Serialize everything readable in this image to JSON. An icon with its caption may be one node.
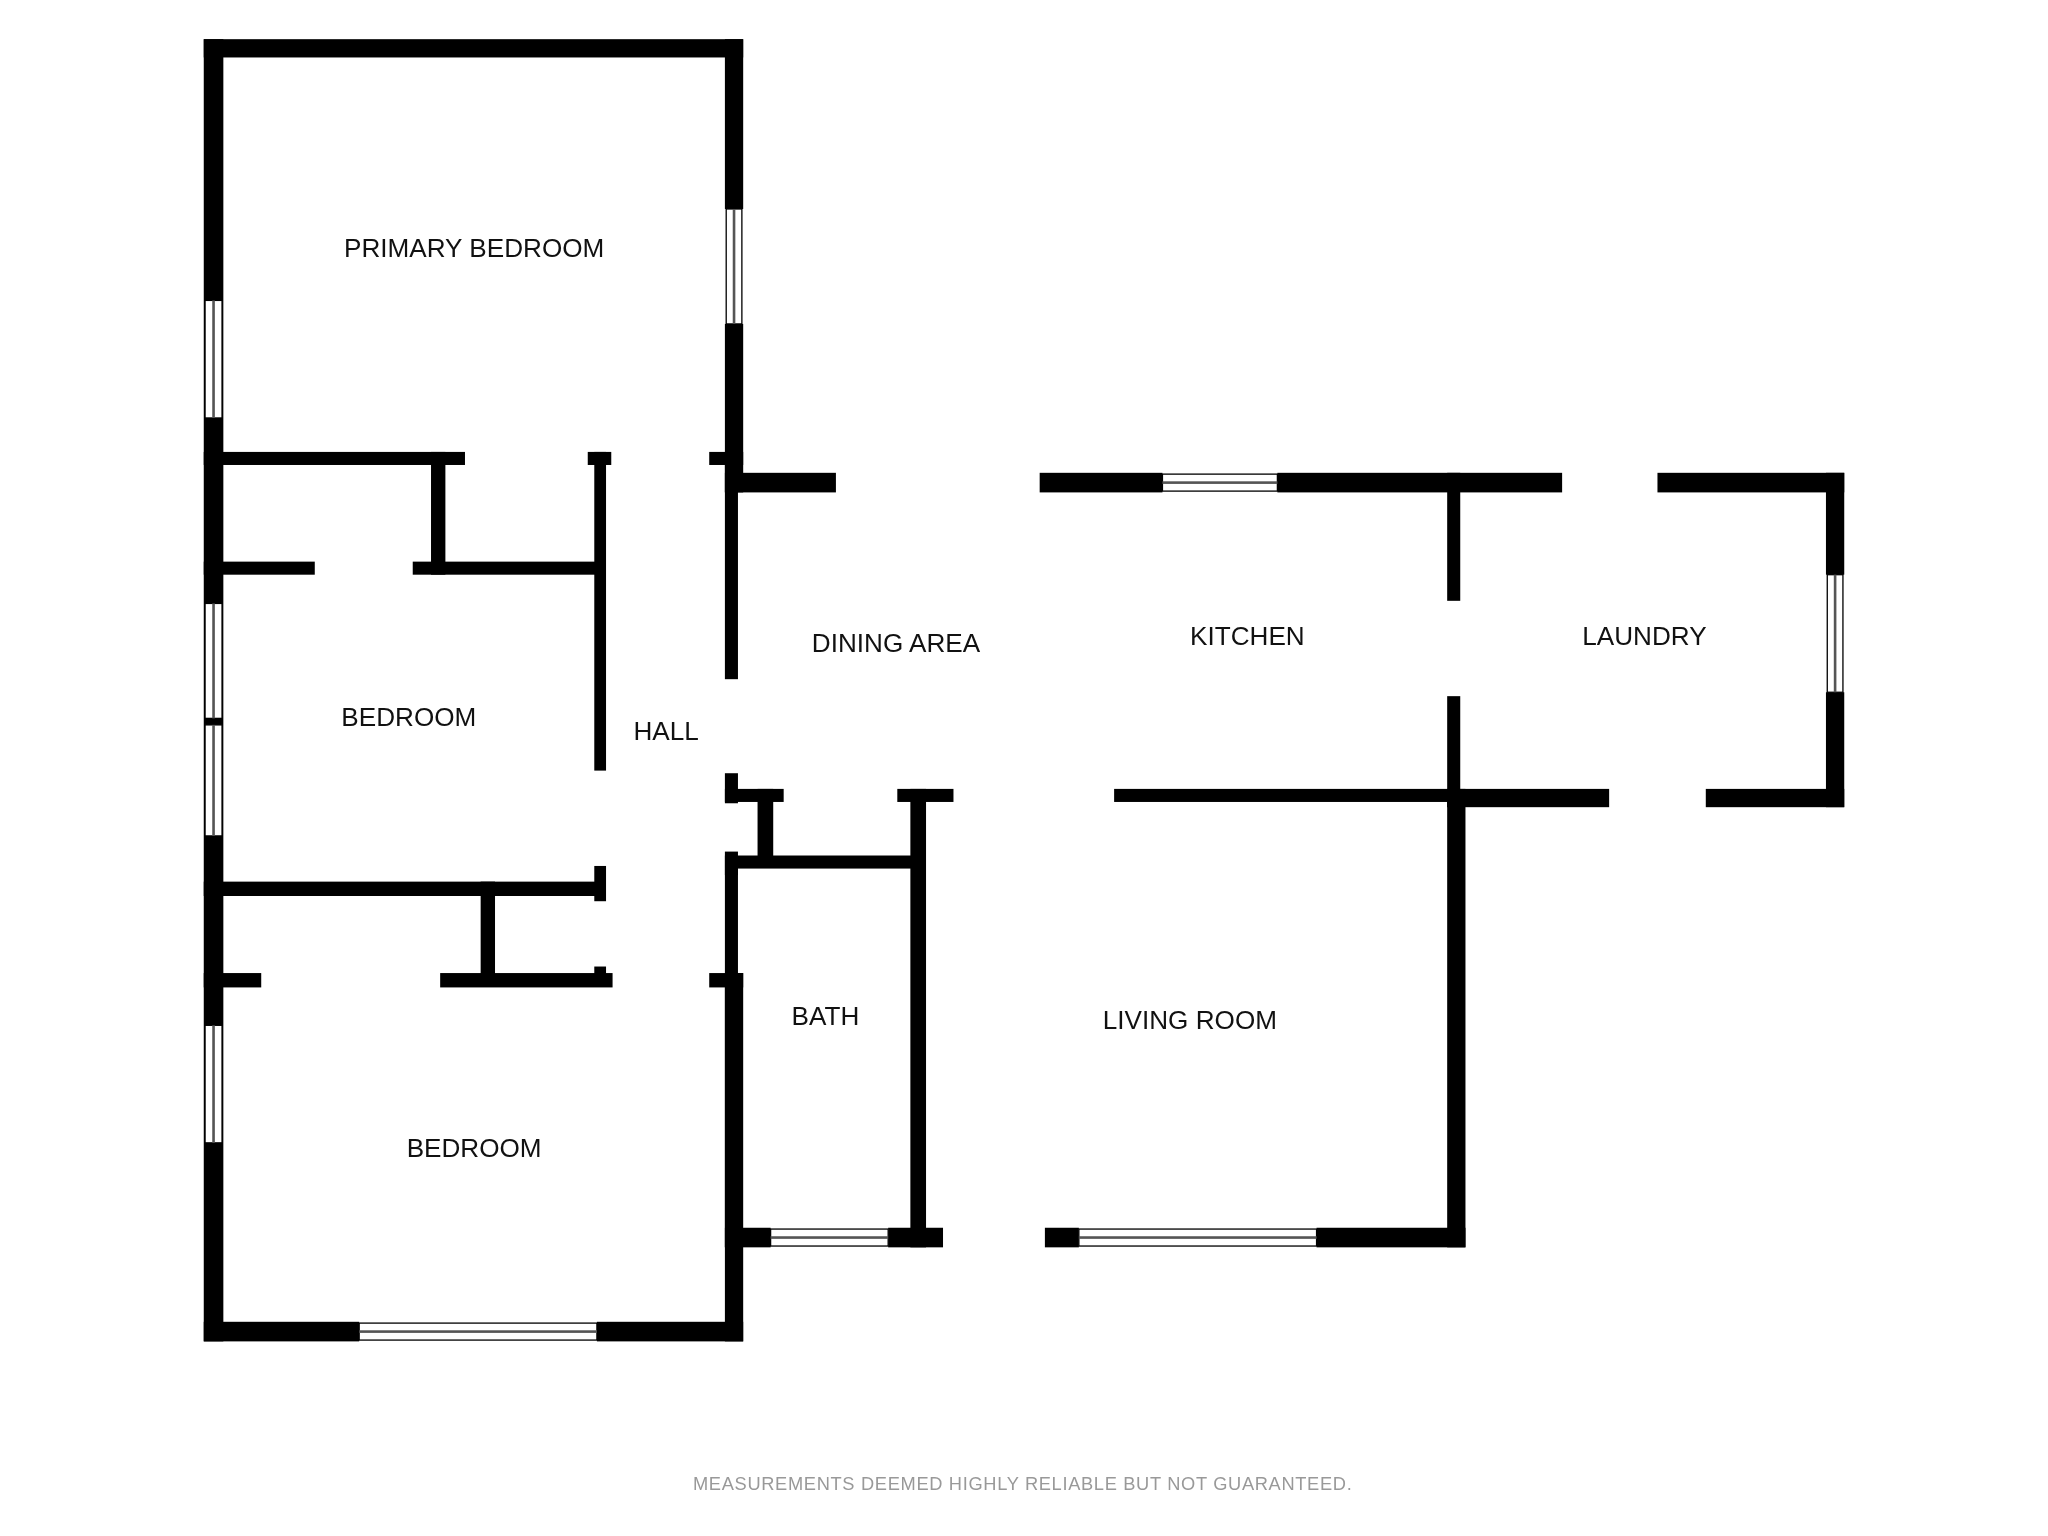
{
  "diagram": {
    "nodes": [
      {
        "text": [
          "PRIMARY BEDROOM"
        ]
      },
      {
        "text": [
          "BEDROOM"
        ]
      },
      {
        "text": [
          "HALL"
        ]
      },
      {
        "text": [
          "DINING AREA"
        ]
      },
      {
        "text": [
          "KITCHEN"
        ]
      },
      {
        "text": [
          "LAUNDRY"
        ]
      },
      {
        "text": [
          "BATH"
        ]
      },
      {
        "text": [
          "LIVING ROOM"
        ]
      },
      {
        "text": [
          "BEDROOM"
        ]
      }
    ],
    "edges": [],
    "caption": "MEASUREMENTS DEEMED HIGHLY RELIABLE BUT NOT GUARANTEED."
  }
}
